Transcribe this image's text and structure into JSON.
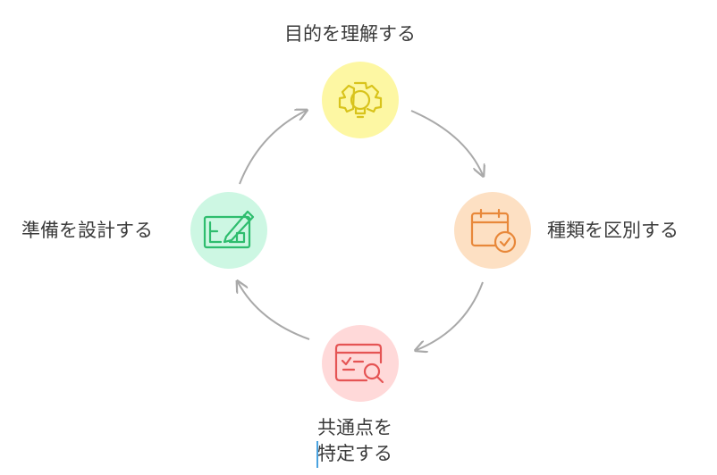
{
  "diagram": {
    "type": "cycle",
    "colors": {
      "arrow": "#a9a9a9",
      "text": "#3a3a3a",
      "caret": "#4aa3e0"
    },
    "steps": [
      {
        "label": "目的を理解する",
        "icon": "gear-lightbulb-icon",
        "fill": "#fdf7a3",
        "stroke": "#d8c31b"
      },
      {
        "label": "種類を区別する",
        "icon": "calendar-check-icon",
        "fill": "#fde0c3",
        "stroke": "#e8883a"
      },
      {
        "label_lines": [
          "共通点を",
          "特定する"
        ],
        "icon": "document-search-icon",
        "fill": "#ffd9d9",
        "stroke": "#e55454"
      },
      {
        "label": "準備を設計する",
        "icon": "blueprint-pencil-icon",
        "fill": "#cdf7e3",
        "stroke": "#2ebd6e"
      }
    ]
  }
}
